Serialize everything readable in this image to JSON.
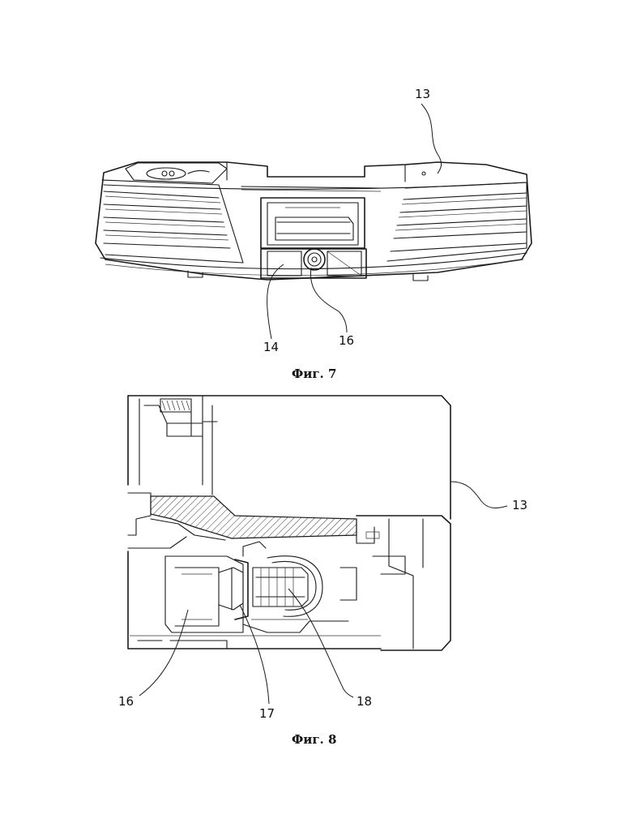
{
  "figures": [
    {
      "caption": "Фиг. 7",
      "labels": {
        "housing": "13",
        "nozzle_block": "14",
        "nozzle": "16"
      }
    },
    {
      "caption": "Фиг. 8",
      "labels": {
        "housing": "13",
        "nozzle": "16",
        "seal": "17",
        "spring_part": "18"
      }
    }
  ]
}
